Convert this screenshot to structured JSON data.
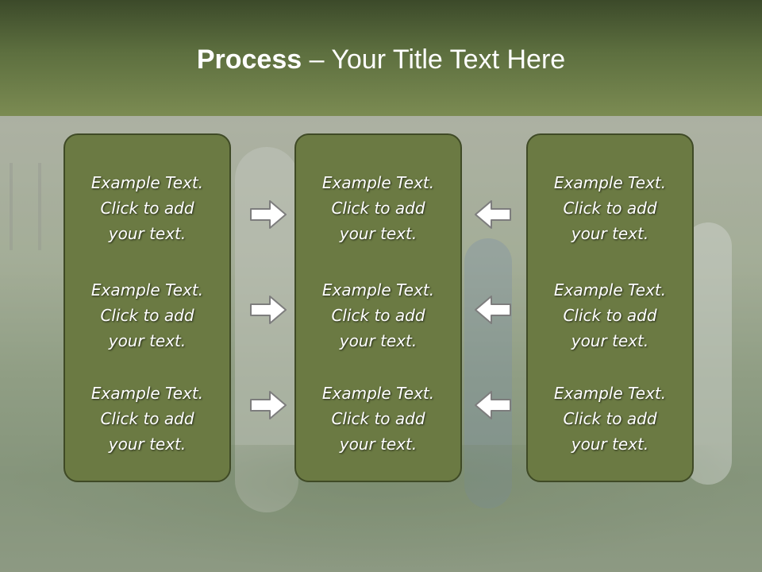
{
  "slide": {
    "title_bold": "Process",
    "title_rest": " – Your Title Text Here"
  },
  "columns": [
    {
      "items": [
        {
          "line1": "Example Text.",
          "line2": "Click  to add",
          "line3": "your text."
        },
        {
          "line1": "Example Text.",
          "line2": "Click  to add",
          "line3": "your text."
        },
        {
          "line1": "Example Text.",
          "line2": "Click  to add",
          "line3": "your text."
        }
      ]
    },
    {
      "items": [
        {
          "line1": "Example Text.",
          "line2": "Click  to add",
          "line3": "your text."
        },
        {
          "line1": "Example Text.",
          "line2": "Click  to add",
          "line3": "your text."
        },
        {
          "line1": "Example Text.",
          "line2": "Click  to add",
          "line3": "your text."
        }
      ]
    },
    {
      "items": [
        {
          "line1": "Example Text.",
          "line2": "Click  to add",
          "line3": "your text."
        },
        {
          "line1": "Example Text.",
          "line2": "Click  to add",
          "line3": "your text."
        },
        {
          "line1": "Example Text.",
          "line2": "Click  to add",
          "line3": "your text."
        }
      ]
    }
  ],
  "arrows": {
    "left_group": "arrow-right-icon",
    "right_group": "arrow-left-icon"
  },
  "colors": {
    "title_band": "#5d6f3f",
    "panel_fill": "#6b7a43",
    "panel_border": "#3f4a26",
    "text": "#ffffff"
  }
}
